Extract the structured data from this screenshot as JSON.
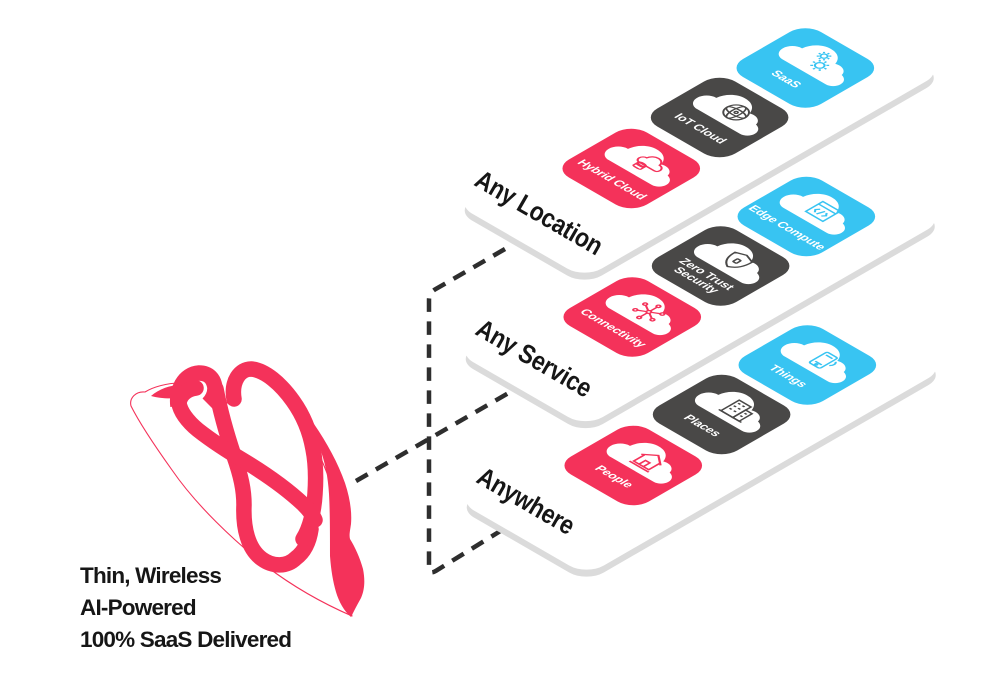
{
  "logo": {
    "name": "cloud-logo",
    "tagline_lines": [
      "Thin, Wireless",
      "AI-Powered",
      "100% SaaS Delivered"
    ]
  },
  "planes": [
    {
      "label": "Any Location",
      "tiles": [
        {
          "label": "Hybrid Cloud",
          "icon": "hybrid-cloud-icon",
          "color": "#F4325A"
        },
        {
          "label": "IoT Cloud",
          "icon": "iot-globe-icon",
          "color": "#494847"
        },
        {
          "label": "SaaS",
          "icon": "saas-gears-icon",
          "color": "#38C4F2"
        }
      ]
    },
    {
      "label": "Any Service",
      "tiles": [
        {
          "label": "Connectivity",
          "icon": "network-hub-icon",
          "color": "#F4325A"
        },
        {
          "label": "Zero Trust Security",
          "icon": "shield-lock-icon",
          "color": "#494847"
        },
        {
          "label": "Edge Compute",
          "icon": "code-window-icon",
          "color": "#38C4F2"
        }
      ]
    },
    {
      "label": "Anywhere",
      "tiles": [
        {
          "label": "People",
          "icon": "house-icon",
          "color": "#F4325A"
        },
        {
          "label": "Places",
          "icon": "building-icon",
          "color": "#494847"
        },
        {
          "label": "Things",
          "icon": "device-icon",
          "color": "#38C4F2"
        }
      ]
    }
  ],
  "palette": {
    "brand_pink": "#F4325A",
    "slate_gray": "#494847",
    "sky_blue": "#38C4F2",
    "plane_edge": "#DBDBDB",
    "connector": "#2E2E2E",
    "text_ink": "#161616",
    "background": "#FFFFFF"
  }
}
